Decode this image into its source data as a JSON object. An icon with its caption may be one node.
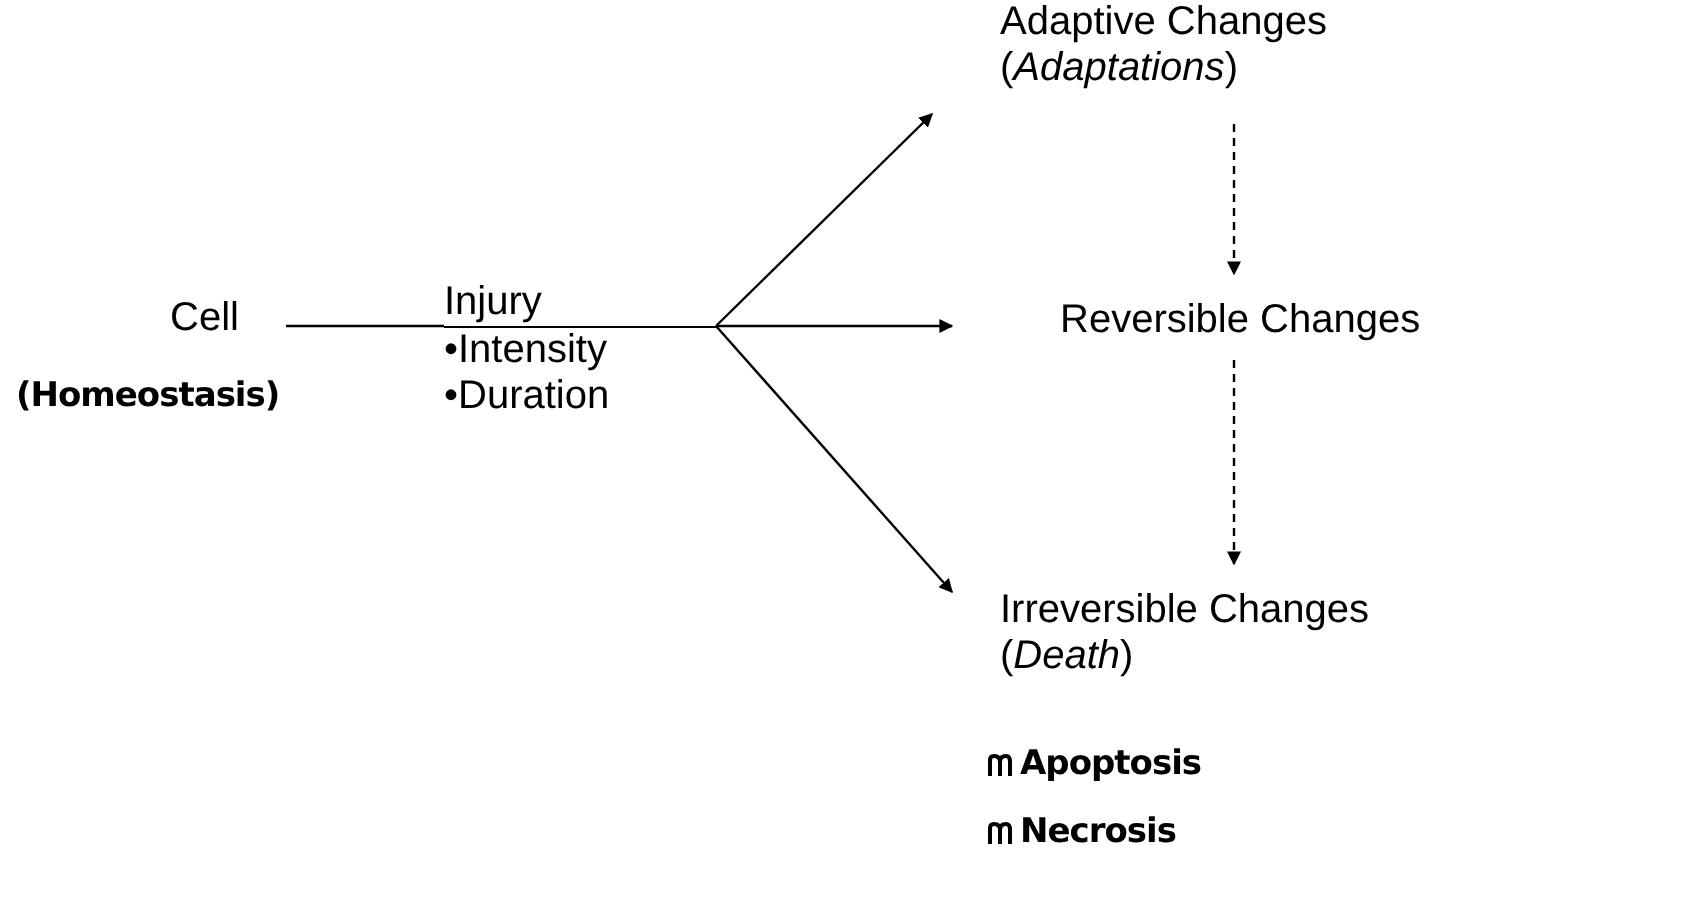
{
  "diagram": {
    "nodes": [
      {
        "text": [
          "Cell"
        ],
        "beside": [
          "(Homeostasis)"
        ]
      },
      {
        "text": [
          "Injury",
          "•Intensity",
          "•Duration"
        ]
      },
      {
        "text": [
          "Adaptive Changes (*Adaptations*)"
        ]
      },
      {
        "text": [
          "Reversible Changes"
        ]
      },
      {
        "text": [
          "Irreversible Changes (*Death*)"
        ],
        "beside": [
          "Apoptosis",
          "Necrosis"
        ]
      }
    ],
    "edges": [
      {
        "from": 0,
        "to": 1,
        "arrow": "none"
      },
      {
        "from": 1,
        "to": 2,
        "arrow": "to"
      },
      {
        "from": 1,
        "to": 3,
        "arrow": "to"
      },
      {
        "from": 1,
        "to": 4,
        "arrow": "to"
      },
      {
        "from": 2,
        "to": 3,
        "arrow": "to",
        "style": "dashed"
      },
      {
        "from": 3,
        "to": 4,
        "arrow": "to",
        "style": "dashed"
      }
    ]
  }
}
